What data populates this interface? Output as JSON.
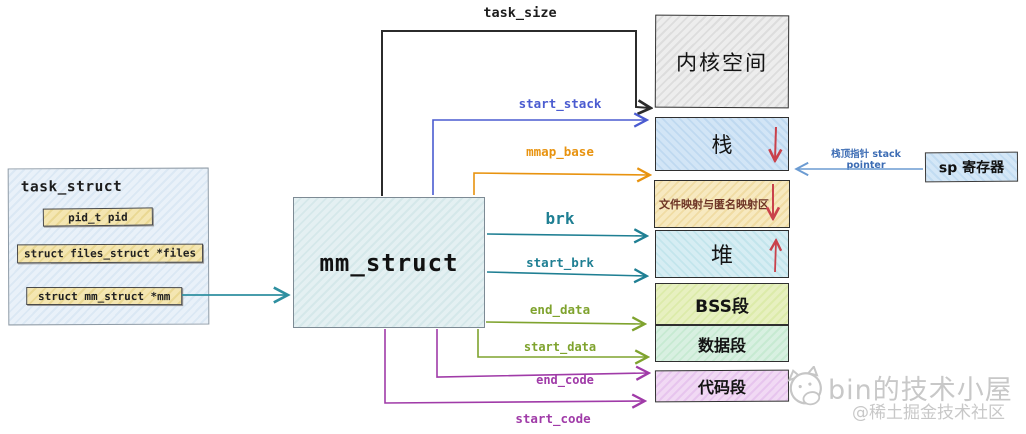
{
  "task_struct": {
    "title": "task_struct",
    "fields": [
      {
        "label": "pid_t  pid"
      },
      {
        "label": "struct files_struct *files"
      },
      {
        "label": "struct mm_struct   *mm"
      }
    ]
  },
  "mm_struct": {
    "title": "mm_struct"
  },
  "regions": [
    {
      "id": "kernel-space",
      "label": "内核空间"
    },
    {
      "id": "stack",
      "label": "栈",
      "flow_arrow": "down"
    },
    {
      "id": "file-mapping",
      "label": "文件映射与匿名映射区",
      "flow_arrow": "down"
    },
    {
      "id": "heap",
      "label": "堆",
      "flow_arrow": "up"
    },
    {
      "id": "bss-segment",
      "label": "BSS段"
    },
    {
      "id": "data-segment",
      "label": "数据段"
    },
    {
      "id": "code-segment",
      "label": "代码段"
    }
  ],
  "pointers": {
    "task_size": "task_size",
    "start_stack": "start_stack",
    "mmap_base": "mmap_base",
    "brk": "brk",
    "start_brk": "start_brk",
    "end_data": "end_data",
    "start_data": "start_data",
    "end_code": "end_code",
    "start_code": "start_code"
  },
  "sp_register": {
    "label": "sp 寄存器",
    "pointer_label": "栈顶指针 stack pointer"
  },
  "watermark": {
    "title": "bin的技术小屋",
    "subtitle": "@稀土掘金技术社区"
  },
  "colors": {
    "task_size_arrow": "#2b2b2b",
    "start_stack_arrow": "#4a5bd0",
    "mmap_base_arrow": "#e8930f",
    "brk_arrow": "#1f7f93",
    "data_arrow": "#7fa32e",
    "code_arrow": "#a03ba8",
    "growth_arrow": "#c9414b",
    "sp_pointer_arrow": "#6b9bd2",
    "mm_link_arrow": "#2e8fa0",
    "field_fill": "#f0e0a8",
    "struct_fill": "#dde9f4"
  }
}
